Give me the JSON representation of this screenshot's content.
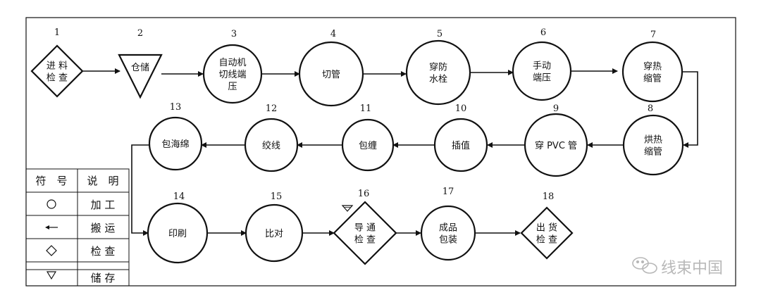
{
  "nodes": [
    {
      "num": "1",
      "shape": "diamond",
      "lines": [
        "进 料",
        "检 查"
      ]
    },
    {
      "num": "2",
      "shape": "triangle",
      "lines": [
        "仓储"
      ]
    },
    {
      "num": "3",
      "shape": "circle",
      "lines": [
        "自动机",
        "切线端",
        "压"
      ]
    },
    {
      "num": "4",
      "shape": "circle",
      "lines": [
        "切管"
      ]
    },
    {
      "num": "5",
      "shape": "circle",
      "lines": [
        "穿防",
        "水栓"
      ]
    },
    {
      "num": "6",
      "shape": "circle",
      "lines": [
        "手动",
        "端压"
      ]
    },
    {
      "num": "7",
      "shape": "circle",
      "lines": [
        "穿热",
        "缩管"
      ]
    },
    {
      "num": "8",
      "shape": "circle",
      "lines": [
        "烘热",
        "缩管"
      ]
    },
    {
      "num": "9",
      "shape": "circle",
      "lines": [
        "穿 PVC 管"
      ]
    },
    {
      "num": "10",
      "shape": "circle",
      "lines": [
        "插值"
      ]
    },
    {
      "num": "11",
      "shape": "circle",
      "lines": [
        "包缠"
      ]
    },
    {
      "num": "12",
      "shape": "circle",
      "lines": [
        "绞线"
      ]
    },
    {
      "num": "13",
      "shape": "circle",
      "lines": [
        "包海绵"
      ]
    },
    {
      "num": "14",
      "shape": "circle",
      "lines": [
        "印刷"
      ]
    },
    {
      "num": "15",
      "shape": "circle",
      "lines": [
        "比对"
      ]
    },
    {
      "num": "16",
      "shape": "diamond",
      "lines": [
        "导 通",
        "检 查"
      ]
    },
    {
      "num": "17",
      "shape": "circle",
      "lines": [
        "成品",
        "包装"
      ]
    },
    {
      "num": "18",
      "shape": "diamond",
      "lines": [
        "出 货",
        "检 查"
      ]
    }
  ],
  "legend": {
    "header": [
      "符　号",
      "说　明"
    ],
    "rows": [
      {
        "symbol": "circle",
        "label": "加 工"
      },
      {
        "symbol": "arrow",
        "label": "搬 运"
      },
      {
        "symbol": "diamond",
        "label": "检 查"
      },
      {
        "symbol": "triangle",
        "label": "储 存"
      }
    ]
  },
  "watermark": "线束中国",
  "colors": {
    "stroke": "#111111",
    "watermark": "#b8b8b8"
  }
}
